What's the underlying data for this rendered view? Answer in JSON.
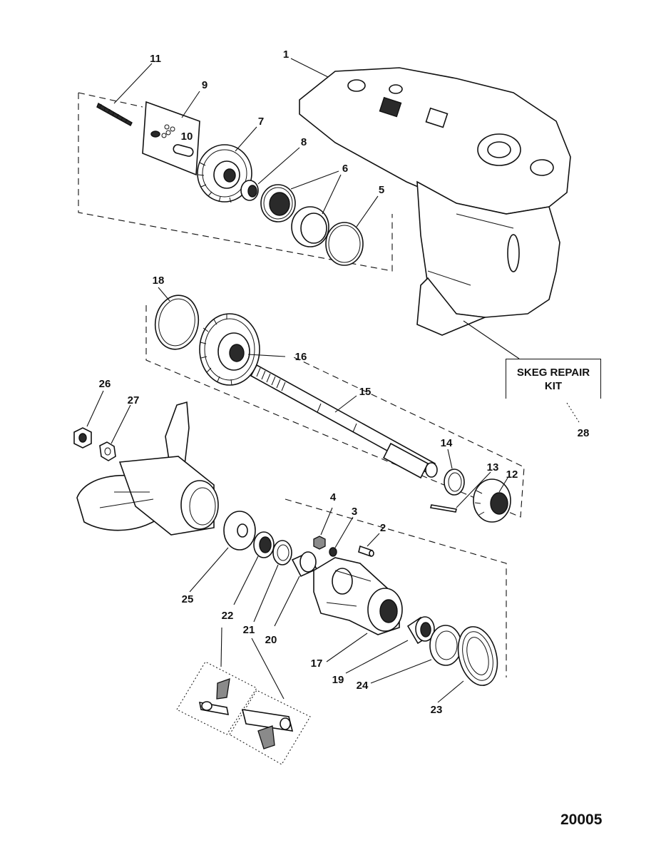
{
  "callouts": {
    "c1": "1",
    "c2": "2",
    "c3": "3",
    "c4": "4",
    "c5": "5",
    "c6": "6",
    "c7": "7",
    "c8": "8",
    "c9": "9",
    "c10": "10",
    "c11": "11",
    "c12": "12",
    "c13": "13",
    "c14": "14",
    "c15": "15",
    "c16": "16",
    "c17": "17",
    "c18": "18",
    "c19": "19",
    "c20": "20",
    "c21": "21",
    "c22": "22",
    "c23": "23",
    "c24": "24",
    "c25": "25",
    "c26": "26",
    "c27": "27",
    "c28": "28"
  },
  "skeg_kit": {
    "line1": "SKEG REPAIR",
    "line2": "KIT"
  },
  "drawing_number": "20005"
}
